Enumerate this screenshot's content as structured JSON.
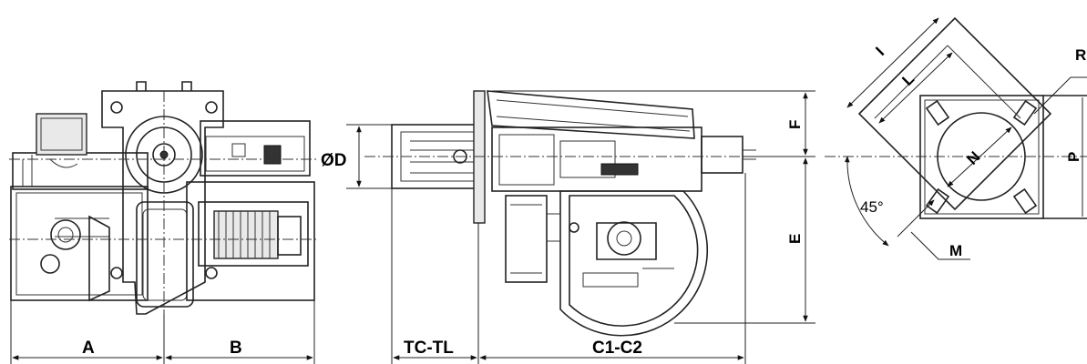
{
  "front_view": {
    "dim_a": "A",
    "dim_b": "B"
  },
  "side_view": {
    "dim_tc_tl": "TC-TL",
    "dim_c1_c2": "C1-C2",
    "dim_diameter": "ØD",
    "dim_e": "E",
    "dim_f": "F"
  },
  "flange_view": {
    "dim_i": "I",
    "dim_l": "L",
    "dim_n": "N",
    "dim_p": "P",
    "dim_m": "M",
    "dim_r": "R",
    "angle": "45°"
  }
}
